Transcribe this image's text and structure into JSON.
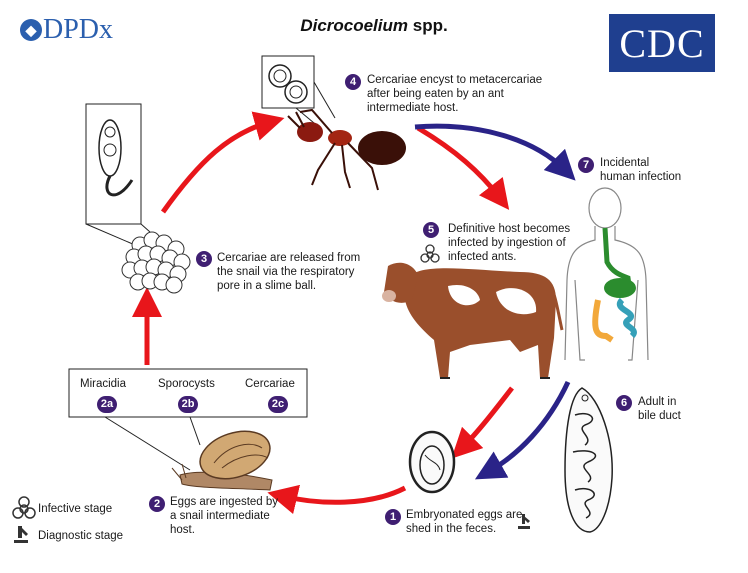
{
  "header": {
    "logo_text": "DPDx",
    "title_genus": "Dicrocoelium",
    "title_suffix": " spp.",
    "cdc_logo_text": "CDC"
  },
  "colors": {
    "infective_arrow": "#e8161b",
    "diagnostic_arrow": "#2a2388",
    "step_badge": "#3f1f72",
    "cow_brown": "#9a4f2c",
    "cdc_blue": "#1f3f8f"
  },
  "steps": [
    {
      "num": "1",
      "text": [
        "Embryonated eggs are",
        "shed in the feces."
      ]
    },
    {
      "num": "2",
      "text": [
        "Eggs are ingested by",
        "a snail intermediate",
        "host."
      ]
    },
    {
      "num": "3",
      "text": [
        "Cercariae are released from",
        "the snail via the respiratory",
        "pore in a slime ball."
      ]
    },
    {
      "num": "4",
      "text": [
        "Cercariae encyst to metacercariae",
        "after being eaten by an ant",
        "intermediate host."
      ]
    },
    {
      "num": "5",
      "text": [
        "Definitive host becomes",
        "infected by ingestion of",
        "infected ants."
      ]
    },
    {
      "num": "6",
      "text": [
        "Adult in",
        "bile duct"
      ]
    },
    {
      "num": "7",
      "text": [
        "Incidental",
        "human infection"
      ]
    }
  ],
  "snail_box": {
    "stages": [
      {
        "label": "Miracidia",
        "badge": "2a"
      },
      {
        "label": "Sporocysts",
        "badge": "2b"
      },
      {
        "label": "Cercariae",
        "badge": "2c"
      }
    ]
  },
  "legend": {
    "infective": "Infective stage",
    "diagnostic": "Diagnostic stage"
  }
}
